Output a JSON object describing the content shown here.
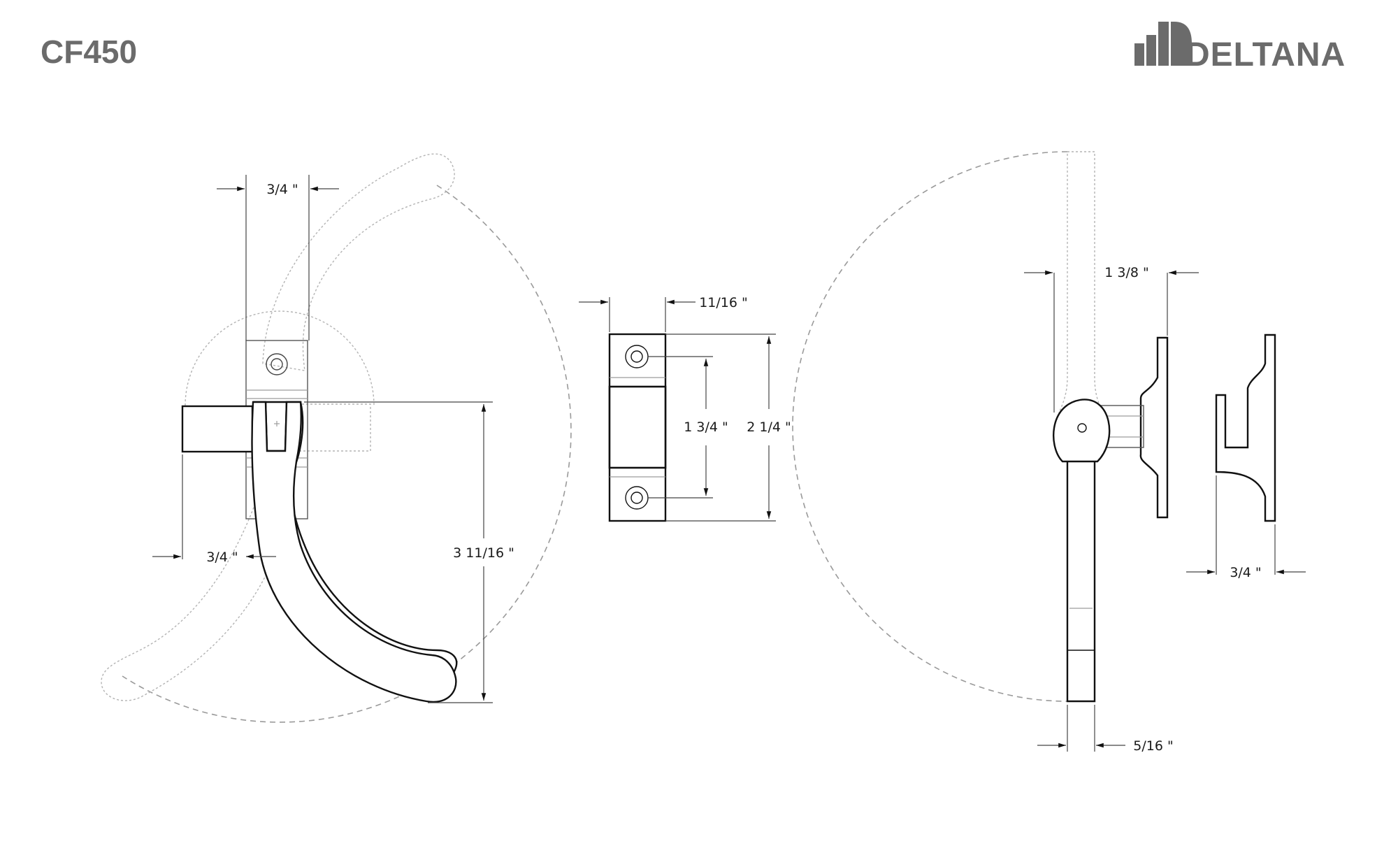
{
  "header": {
    "product_code": "CF450",
    "brand": "DELTANA"
  },
  "dimensions": {
    "front_top_width": "3/4 \"",
    "front_bar_width": "3/4 \"",
    "front_height": "3 11/16 \"",
    "strike_width": "11/16 \"",
    "strike_hole_spacing": "1 3/4 \"",
    "strike_height": "2 1/4 \"",
    "side_projection": "1 3/8 \"",
    "side_handle_thickness": "5/16 \"",
    "keeper_depth": "3/4 \""
  },
  "colors": {
    "line": "#111111",
    "ghost": "#b3b3b3",
    "header_gray": "#6b6b6b"
  }
}
